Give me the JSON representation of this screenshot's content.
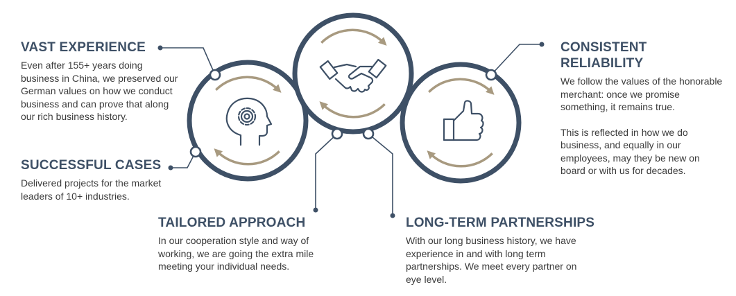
{
  "colors": {
    "navy": "#3e5066",
    "gold": "#a89a80",
    "text": "#3b3b3b",
    "background": "#ffffff"
  },
  "icons": {
    "left_circle": "head-gear-icon",
    "center_circle": "handshake-icon",
    "right_circle": "thumbs-up-icon"
  },
  "sections": {
    "vast_experience": {
      "title": "VAST EXPERIENCE",
      "text": "Even after 155+ years doing business in China, we preserved our German values on how we conduct business and can prove that along our rich business history."
    },
    "successful_cases": {
      "title": "SUCCESSFUL CASES",
      "text": "Delivered projects for the market leaders of 10+ industries."
    },
    "tailored_approach": {
      "title": "TAILORED APPROACH",
      "text": "In our cooperation style and way of working, we are going the extra mile meeting your individual needs."
    },
    "long_term_partnerships": {
      "title": "LONG-TERM PARTNERSHIPS",
      "text": "With our long business history, we have experience in and with long term partnerships. We meet every partner on eye level."
    },
    "consistent_reliability": {
      "title": "CONSISTENT RELIABILITY",
      "text_1": "We follow the values of the honorable merchant: once we promise something, it remains true.",
      "text_2": "This is reflected in how we do business, and equally in our employees, may they be new on board or with us for decades."
    }
  }
}
